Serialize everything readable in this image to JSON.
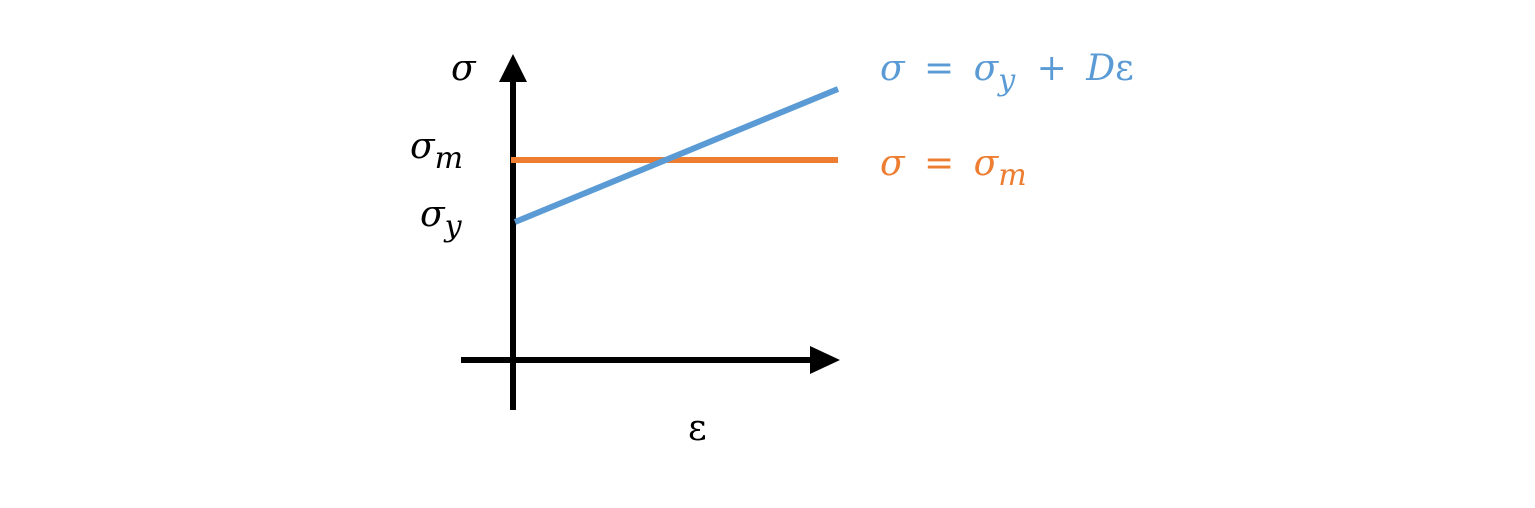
{
  "axes": {
    "y_label": "σ",
    "x_label": "ε",
    "y_tick_m": {
      "main": "σ",
      "sub": "m"
    },
    "y_tick_y": {
      "main": "σ",
      "sub": "y"
    }
  },
  "lines": {
    "hardening": {
      "color": "#5B9BD5",
      "label_lhs": "σ",
      "label_eq": "=",
      "label_sigma": "σ",
      "label_sub": "y",
      "label_plus": "+",
      "label_d": "D",
      "label_eps": "ε"
    },
    "constant": {
      "color": "#ED7D31",
      "label_lhs": "σ",
      "label_eq": "=",
      "label_sigma": "σ",
      "label_sub": "m"
    }
  },
  "axis_color": "#000000"
}
